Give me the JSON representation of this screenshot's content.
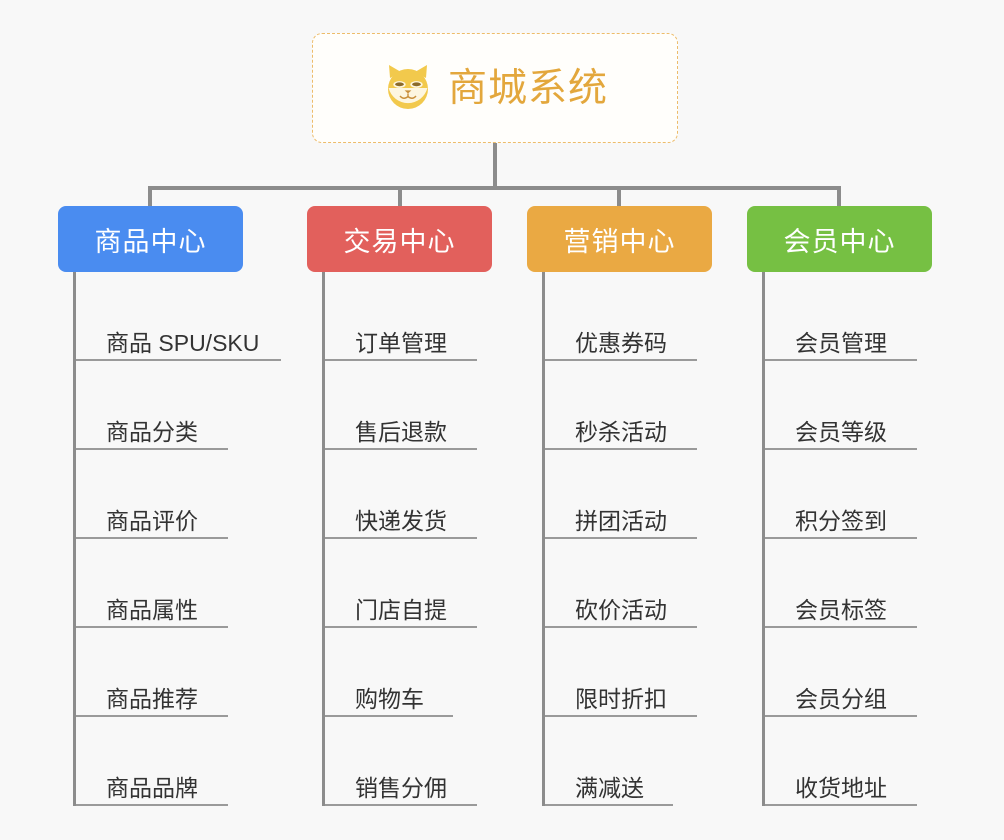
{
  "diagram": {
    "type": "org-tree",
    "background_color": "#f8f8f8",
    "connector_color": "#8c8c8c",
    "leaf_text_color": "#333333",
    "leaf_underline_color": "#9a9a9a"
  },
  "root": {
    "title": "商城系统",
    "icon": "shiba-dog-face-icon",
    "title_color": "#e3a73c",
    "border_color": "#edbc6a",
    "background_color": "#fffefb"
  },
  "categories": [
    {
      "label": "商品中心",
      "color": "#4a8cf0",
      "items": [
        {
          "label": "商品 SPU/SKU",
          "underline_width": 205
        },
        {
          "label": "商品分类",
          "underline_width": 152
        },
        {
          "label": "商品评价",
          "underline_width": 152
        },
        {
          "label": "商品属性",
          "underline_width": 152
        },
        {
          "label": "商品推荐",
          "underline_width": 152
        },
        {
          "label": "商品品牌",
          "underline_width": 152
        }
      ]
    },
    {
      "label": "交易中心",
      "color": "#e2605c",
      "items": [
        {
          "label": "订单管理",
          "underline_width": 152
        },
        {
          "label": "售后退款",
          "underline_width": 152
        },
        {
          "label": "快递发货",
          "underline_width": 152
        },
        {
          "label": "门店自提",
          "underline_width": 152
        },
        {
          "label": "购物车",
          "underline_width": 128
        },
        {
          "label": "销售分佣",
          "underline_width": 152
        }
      ]
    },
    {
      "label": "营销中心",
      "color": "#eaa943",
      "items": [
        {
          "label": "优惠券码",
          "underline_width": 152
        },
        {
          "label": "秒杀活动",
          "underline_width": 152
        },
        {
          "label": "拼团活动",
          "underline_width": 152
        },
        {
          "label": "砍价活动",
          "underline_width": 152
        },
        {
          "label": "限时折扣",
          "underline_width": 152
        },
        {
          "label": "满减送",
          "underline_width": 128
        }
      ]
    },
    {
      "label": "会员中心",
      "color": "#76c043",
      "items": [
        {
          "label": "会员管理",
          "underline_width": 152
        },
        {
          "label": "会员等级",
          "underline_width": 152
        },
        {
          "label": "积分签到",
          "underline_width": 152
        },
        {
          "label": "会员标签",
          "underline_width": 152
        },
        {
          "label": "会员分组",
          "underline_width": 152
        },
        {
          "label": "收货地址",
          "underline_width": 152
        }
      ]
    }
  ]
}
